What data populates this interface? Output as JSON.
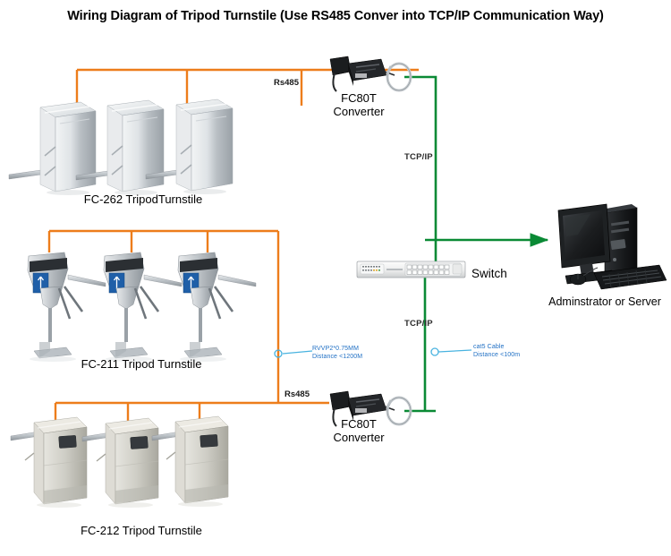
{
  "title": "Wiring Diagram of Tripod Turnstile (Use RS485 Conver into TCP/IP Communication Way)",
  "colors": {
    "rs485_bus": "#ED7D1B",
    "tcpip_link": "#0A8A35",
    "annotation": "#1F6FC4",
    "connector_dot": "#49B3E0",
    "text": "#000000"
  },
  "devices": {
    "turnstile_rows": [
      {
        "id": "fc-262",
        "caption": "FC-262  TripodTurnstile",
        "model": "FC-262",
        "count": 3,
        "style": "swing-column"
      },
      {
        "id": "fc-211",
        "caption": "FC-211  Tripod Turnstile",
        "model": "FC-211",
        "count": 3,
        "style": "pedestal-arrow"
      },
      {
        "id": "fc-212",
        "caption": "FC-212 Tripod Turnstile",
        "model": "FC-212",
        "count": 3,
        "style": "reader-panel"
      }
    ],
    "converters": [
      {
        "id": "converter-top",
        "line1": "FC80T",
        "line2": "Converter"
      },
      {
        "id": "converter-bottom",
        "line1": "FC80T",
        "line2": "Converter"
      }
    ],
    "switch": {
      "caption": "Switch",
      "ports": 16
    },
    "server": {
      "caption": "Adminstrator or Server"
    }
  },
  "links": {
    "rs485_top": "Rs485",
    "rs485_bottom": "Rs485",
    "tcpip_top": "TCP/IP",
    "tcpip_bottom": "TCP/IP"
  },
  "cable_notes": [
    {
      "id": "rs485-cable-note",
      "line1": "RVVP2*0.75MM",
      "line2": "Distance <1200M"
    },
    {
      "id": "cat5-cable-note",
      "line1": "cat5   Cable",
      "line2": "Distance <100m"
    }
  ]
}
